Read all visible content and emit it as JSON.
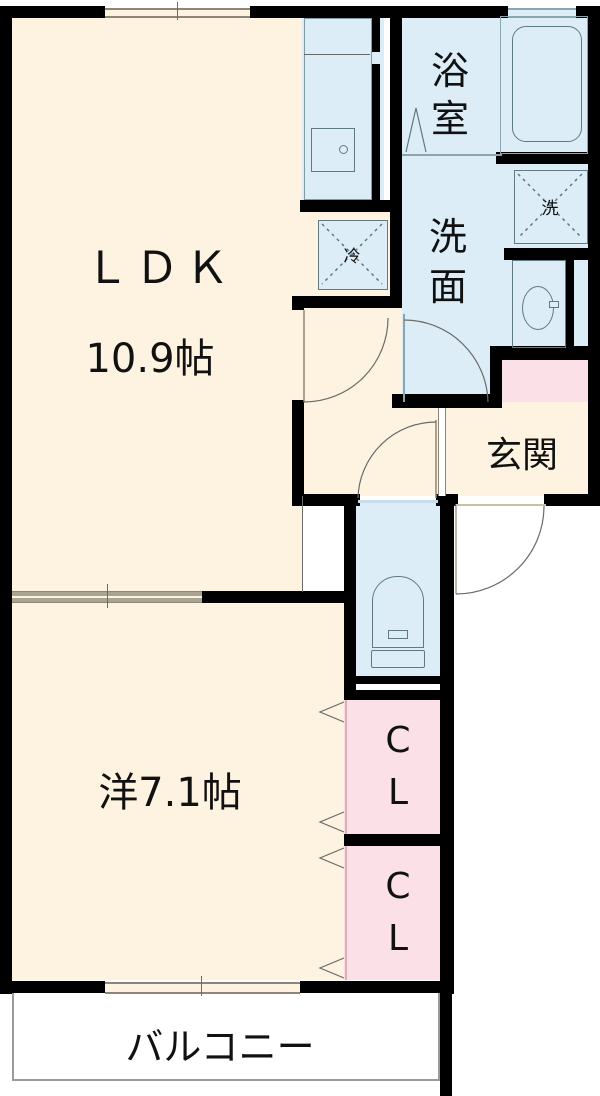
{
  "floorplan": {
    "rooms": {
      "ldk": {
        "name": "ＬＤＫ",
        "size": "10.9帖"
      },
      "western": {
        "name": "洋",
        "size": "7.1帖",
        "label": "洋7.1帖"
      },
      "bathroom": {
        "line1": "浴",
        "line2": "室"
      },
      "washroom": {
        "line1": "洗",
        "line2": "面"
      },
      "entrance": {
        "name": "玄関"
      },
      "closet1": {
        "line1": "C",
        "line2": "L"
      },
      "closet2": {
        "line1": "C",
        "line2": "L"
      },
      "balcony": {
        "name": "バルコニー"
      }
    },
    "symbols": {
      "fridge": "冷",
      "washer": "洗"
    },
    "colors": {
      "wall": "#000000",
      "dry_floor": "#fdf3e0",
      "wet_floor": "#dcedf8",
      "storage": "#fbe1e7",
      "background": "#ffffff"
    }
  }
}
